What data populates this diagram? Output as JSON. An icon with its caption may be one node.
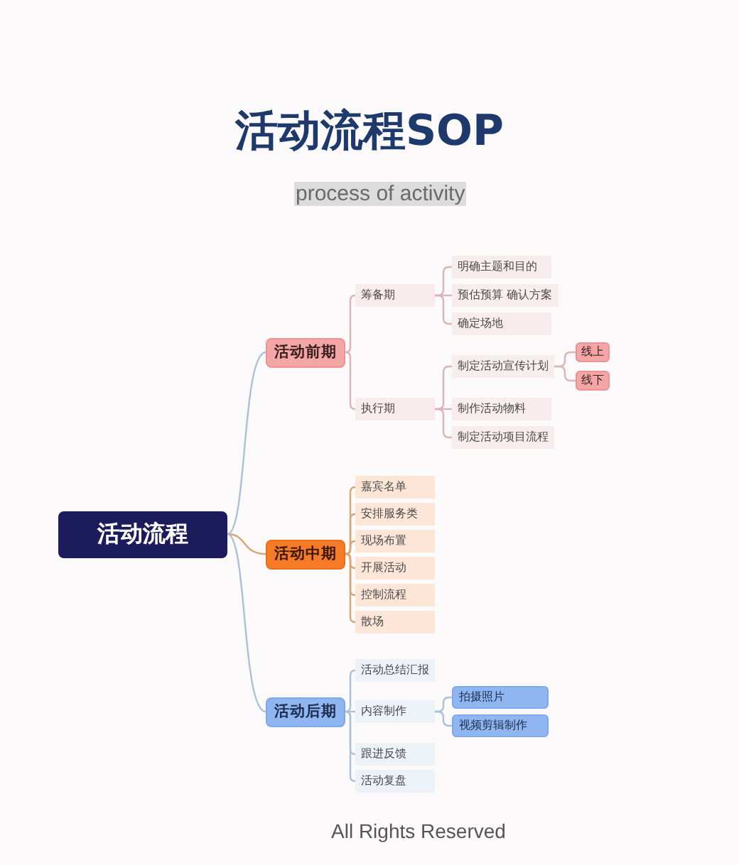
{
  "diagram": {
    "title": "活动流程SOP",
    "nodes": [
      {
        "text": [
          "活动流程"
        ]
      },
      {
        "text": [
          "活动前期"
        ]
      },
      {
        "text": [
          "筹备期"
        ]
      },
      {
        "text": [
          "明确主题和目的"
        ]
      },
      {
        "text": [
          "预估预算 确认方案"
        ]
      },
      {
        "text": [
          "确定场地"
        ]
      },
      {
        "text": [
          "执行期"
        ]
      },
      {
        "text": [
          "制定活动宣传计划"
        ]
      },
      {
        "text": [
          "线上"
        ]
      },
      {
        "text": [
          "线下"
        ]
      },
      {
        "text": [
          "制作活动物料"
        ]
      },
      {
        "text": [
          "制定活动项目流程"
        ]
      },
      {
        "text": [
          "活动中期"
        ]
      },
      {
        "text": [
          "嘉宾名单"
        ]
      },
      {
        "text": [
          "安排服务类"
        ]
      },
      {
        "text": [
          "现场布置"
        ]
      },
      {
        "text": [
          "开展活动"
        ]
      },
      {
        "text": [
          "控制流程"
        ]
      },
      {
        "text": [
          "散场"
        ]
      },
      {
        "text": [
          "活动后期"
        ]
      },
      {
        "text": [
          "活动总结汇报"
        ]
      },
      {
        "text": [
          "内容制作"
        ]
      },
      {
        "text": [
          "拍摄照片"
        ]
      },
      {
        "text": [
          "视频剪辑制作"
        ]
      },
      {
        "text": [
          "跟进反馈"
        ]
      },
      {
        "text": [
          "活动复盘"
        ]
      }
    ],
    "edges": [
      {
        "from": 0,
        "to": 1,
        "arrow": "none",
        "color": "#a9c2d9"
      },
      {
        "from": 0,
        "to": 12,
        "arrow": "none",
        "color": "#d9a574"
      },
      {
        "from": 0,
        "to": 19,
        "arrow": "none",
        "color": "#a9c2d9"
      },
      {
        "from": 1,
        "to": 2,
        "arrow": "none"
      },
      {
        "from": 1,
        "to": 6,
        "arrow": "none"
      },
      {
        "from": 2,
        "to": 3,
        "arrow": "none"
      },
      {
        "from": 2,
        "to": 4,
        "arrow": "none"
      },
      {
        "from": 2,
        "to": 5,
        "arrow": "none"
      },
      {
        "from": 6,
        "to": 7,
        "arrow": "none"
      },
      {
        "from": 6,
        "to": 10,
        "arrow": "none"
      },
      {
        "from": 6,
        "to": 11,
        "arrow": "none"
      },
      {
        "from": 7,
        "to": 8,
        "arrow": "none"
      },
      {
        "from": 7,
        "to": 9,
        "arrow": "none"
      },
      {
        "from": 12,
        "to": 13,
        "arrow": "none",
        "color": "#d9a574"
      },
      {
        "from": 12,
        "to": 14,
        "arrow": "none",
        "color": "#d9a574"
      },
      {
        "from": 12,
        "to": 15,
        "arrow": "none",
        "color": "#d9a574"
      },
      {
        "from": 12,
        "to": 16,
        "arrow": "none",
        "color": "#d9a574"
      },
      {
        "from": 12,
        "to": 17,
        "arrow": "none",
        "color": "#d9a574"
      },
      {
        "from": 12,
        "to": 18,
        "arrow": "none",
        "color": "#d9a574"
      },
      {
        "from": 19,
        "to": 20,
        "arrow": "none",
        "color": "#a9c2d9"
      },
      {
        "from": 19,
        "to": 21,
        "arrow": "none",
        "color": "#a9c2d9"
      },
      {
        "from": 21,
        "to": 22,
        "arrow": "none",
        "color": "#a9c2d9"
      },
      {
        "from": 21,
        "to": 23,
        "arrow": "none",
        "color": "#a9c2d9"
      },
      {
        "from": 19,
        "to": 24,
        "arrow": "none",
        "color": "#a9c2d9"
      },
      {
        "from": 19,
        "to": 25,
        "arrow": "none",
        "color": "#a9c2d9"
      }
    ],
    "labels": [
      "process of activity",
      "All Rights Reserved"
    ]
  }
}
